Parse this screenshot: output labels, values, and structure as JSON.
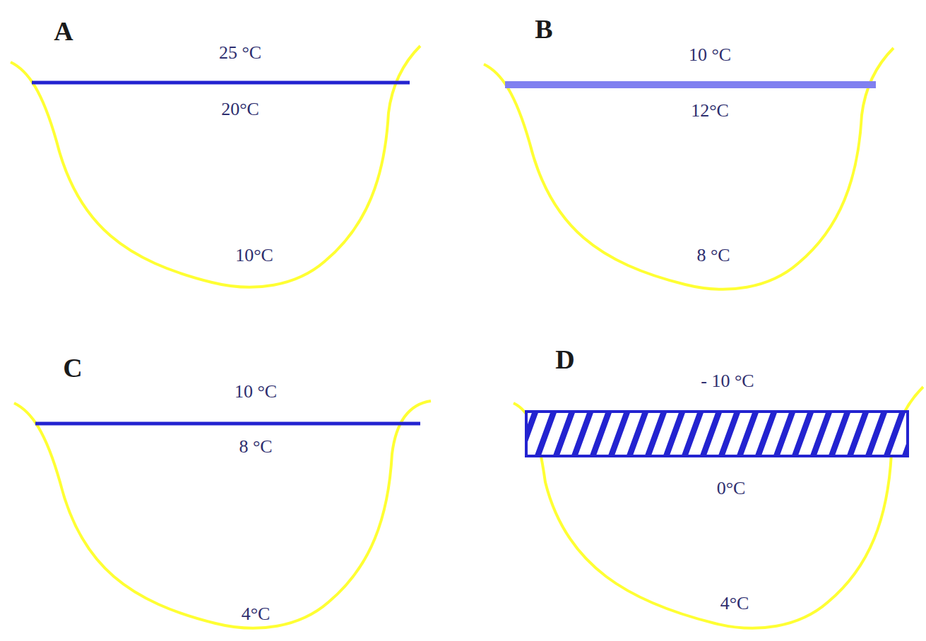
{
  "diagram": {
    "labels": [
      "A",
      "25 °C",
      "20°C",
      "10°C",
      "B",
      "10 °C",
      "12°C",
      "8 °C",
      "C",
      "10 °C",
      "8 °C",
      "4°C",
      "D",
      "- 10 °C",
      "0°C",
      "4°C"
    ]
  }
}
